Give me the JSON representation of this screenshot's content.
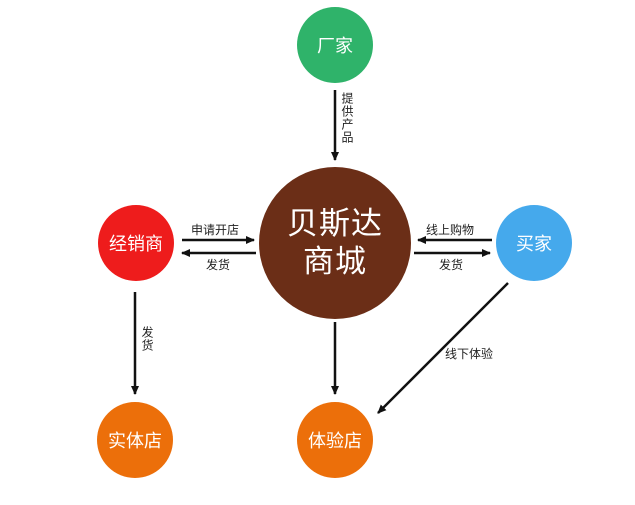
{
  "nodes": {
    "factory": {
      "label": "厂家",
      "color": "#2fb36a"
    },
    "center": {
      "label": "贝斯达\n商城",
      "color": "#6b2e17"
    },
    "buyer": {
      "label": "买家",
      "color": "#45a9ec"
    },
    "dealer": {
      "label": "经销商",
      "color": "#ee1c1c"
    },
    "store": {
      "label": "实体店",
      "color": "#ec6f0a"
    },
    "showroom": {
      "label": "体验店",
      "color": "#ec6f0a"
    }
  },
  "edges": {
    "factory_to_center": "提供产品",
    "dealer_to_center": "申请开店",
    "center_to_dealer": "发货",
    "buyer_to_center": "线上购物",
    "center_to_buyer": "发货",
    "dealer_to_store": "发货",
    "buyer_to_showroom": "线下体验"
  }
}
